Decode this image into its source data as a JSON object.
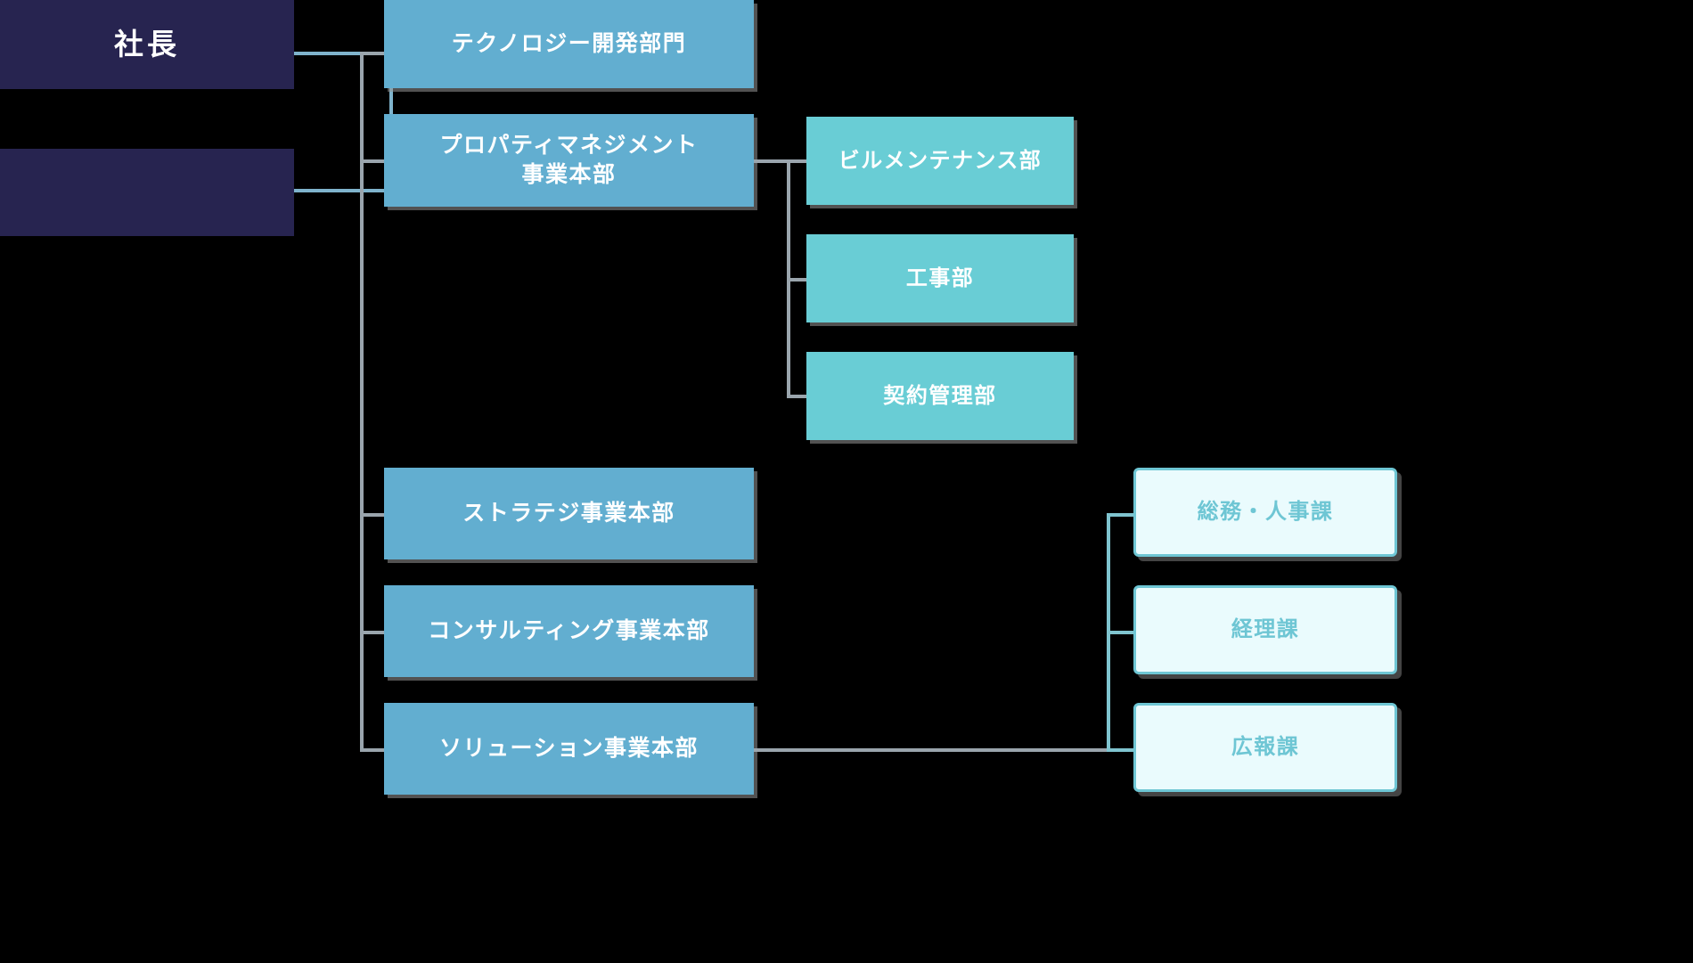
{
  "chart_data": {
    "type": "diagram",
    "title": "組織図",
    "diagram_kind": "organization-chart",
    "orientation": "left-to-right",
    "levels": [
      "executive",
      "division",
      "department",
      "section"
    ],
    "colors": {
      "background": "#000000",
      "executive_box": "#272450",
      "division_box": "#62aed0",
      "department_box": "#69cdd5",
      "section_box_fill": "#eafbfd",
      "section_box_border": "#6ec6d4",
      "section_text": "#6ec6d4",
      "connector": "#9aa5ad",
      "connector_accent": "#7fb3cc",
      "box_text": "#ffffff"
    },
    "nodes": [
      {
        "id": "president",
        "label": "社長",
        "level": "executive"
      },
      {
        "id": "exec2",
        "label": "",
        "level": "executive"
      },
      {
        "id": "tech",
        "label": "テクノロジー開発部門",
        "level": "division"
      },
      {
        "id": "pm",
        "label": "プロパティマネジメント\n事業本部",
        "level": "division"
      },
      {
        "id": "strategy",
        "label": "ストラテジ事業本部",
        "level": "division"
      },
      {
        "id": "consulting",
        "label": "コンサルティング事業本部",
        "level": "division"
      },
      {
        "id": "solution",
        "label": "ソリューション事業本部",
        "level": "division"
      },
      {
        "id": "building",
        "label": "ビルメンテナンス部",
        "level": "department"
      },
      {
        "id": "construction",
        "label": "工事部",
        "level": "department"
      },
      {
        "id": "contract",
        "label": "契約管理部",
        "level": "department"
      },
      {
        "id": "ga_hr",
        "label": "総務・人事課",
        "level": "section"
      },
      {
        "id": "accounting",
        "label": "経理課",
        "level": "section"
      },
      {
        "id": "pr",
        "label": "広報課",
        "level": "section"
      }
    ],
    "edges": [
      {
        "from": "president",
        "to": "exec2"
      },
      {
        "from": "president",
        "to": "tech"
      },
      {
        "from": "president",
        "to": "pm"
      },
      {
        "from": "president",
        "to": "strategy"
      },
      {
        "from": "president",
        "to": "consulting"
      },
      {
        "from": "president",
        "to": "solution"
      },
      {
        "from": "pm",
        "to": "building"
      },
      {
        "from": "pm",
        "to": "construction"
      },
      {
        "from": "pm",
        "to": "contract"
      },
      {
        "from": "solution",
        "to": "ga_hr"
      },
      {
        "from": "solution",
        "to": "accounting"
      },
      {
        "from": "solution",
        "to": "pr"
      }
    ]
  },
  "executive": {
    "president_label": "社長",
    "secondary_label": ""
  },
  "divisions": [
    {
      "label": "テクノロジー開発部門"
    },
    {
      "label": "プロパティマネジメント\n事業本部"
    },
    {
      "label": "ストラテジ事業本部"
    },
    {
      "label": "コンサルティング事業本部"
    },
    {
      "label": "ソリューション事業本部"
    }
  ],
  "departments": [
    {
      "label": "ビルメンテナンス部"
    },
    {
      "label": "工事部"
    },
    {
      "label": "契約管理部"
    }
  ],
  "sections": [
    {
      "label": "総務・人事課"
    },
    {
      "label": "経理課"
    },
    {
      "label": "広報課"
    }
  ]
}
